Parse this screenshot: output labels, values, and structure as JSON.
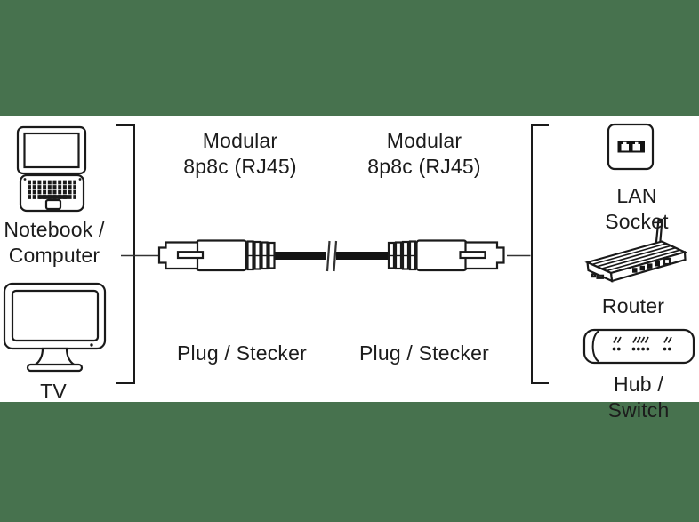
{
  "colors": {
    "background_green": "#47724E",
    "panel_white": "#ffffff",
    "line_black": "#1a1a1a",
    "cable_black": "#131313"
  },
  "panel": {
    "left_devices": [
      {
        "icon": "laptop-icon",
        "label": "Notebook /\nComputer"
      },
      {
        "icon": "tv-icon",
        "label": "TV"
      }
    ],
    "cable": {
      "connector_top_left": "Modular\n8p8c (RJ45)",
      "connector_top_right": "Modular\n8p8c (RJ45)",
      "connector_bottom_left": "Plug / Stecker",
      "connector_bottom_right": "Plug / Stecker"
    },
    "right_devices": [
      {
        "icon": "lan-socket-icon",
        "label": "LAN Socket"
      },
      {
        "icon": "router-icon",
        "label": "Router"
      },
      {
        "icon": "hub-switch-icon",
        "label": "Hub / Switch"
      }
    ]
  }
}
